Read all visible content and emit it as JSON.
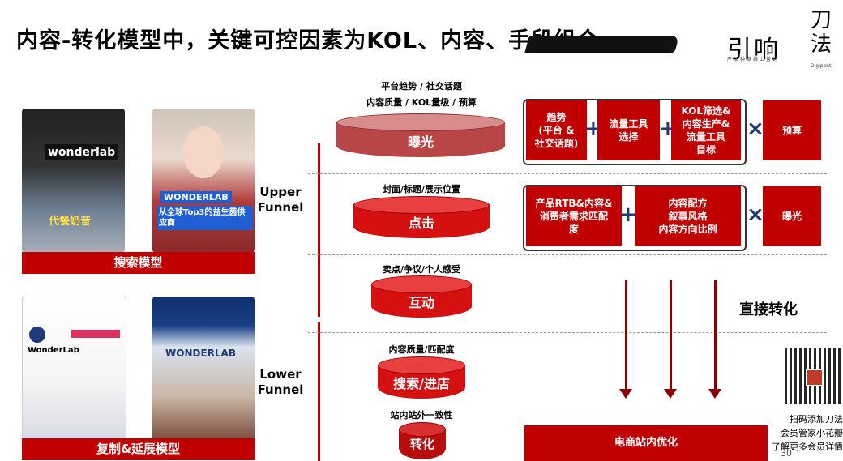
{
  "title": "内容-转化模型中，关键可控因素为KOL、内容、手段组合",
  "logo": {
    "name": "引响",
    "tagline": "产品种草线上营销",
    "brand2": "刀法",
    "brand2_sub": "Digipont"
  },
  "left_panel": {
    "top_banner": "搜索模型",
    "bottom_banner": "复制&延展模型",
    "phone1_logo": "wonderlab",
    "phone1_caption": "代餐奶昔",
    "phone2_badge": "WONDERLAB",
    "phone2_caption": "从全球Top3的益生菌供应商",
    "phone3_name": "WonderLab",
    "phone4_logo": "WONDERLAB"
  },
  "funnel": {
    "upper": "Upper Funnel",
    "lower": "Lower Funnel"
  },
  "stages": [
    {
      "label": "曝光",
      "caption1": "平台趋势 / 社交话题",
      "caption2": "内容质量 / KOL量级 / 预算"
    },
    {
      "label": "点击",
      "caption1": "封面/标题/展示位置"
    },
    {
      "label": "互动",
      "caption1": "卖点/争议/个人感受"
    },
    {
      "label": "搜索/进店",
      "caption1": "内容质量/匹配度"
    },
    {
      "label": "转化",
      "caption1": "站内站外一致性"
    }
  ],
  "formula_row1": {
    "boxes": [
      "趋势\n(平台 &\n社交话题)",
      "流量工具\n选择",
      "KOL筛选&\n内容生产&\n流量工具\n目标",
      "预算"
    ],
    "ops": [
      "+",
      "+",
      "×"
    ]
  },
  "formula_row2": {
    "boxes": [
      "产品RTB&内容&\n消费者需求匹配\n度",
      "内容配方\n叙事风格\n内容方向比例",
      "曝光"
    ],
    "ops": [
      "+",
      "×"
    ]
  },
  "direct_conversion": "直接转化",
  "bottom_box": "电商站内优化",
  "qr_text": [
    "扫码添加刀法",
    "会员管家小花瓣",
    "了解更多会员详情"
  ],
  "page_number": "30",
  "colors": {
    "accent": "#c00000",
    "dark_red": "#8b0000",
    "op_blue": "#1f3a78"
  }
}
